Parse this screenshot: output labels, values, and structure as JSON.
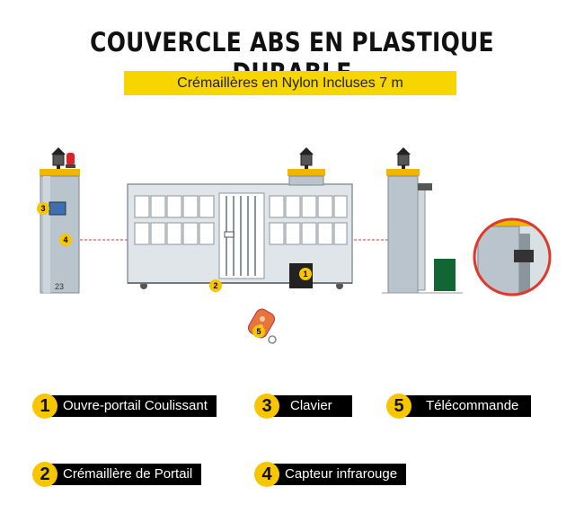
{
  "title": "COUVERCLE ABS EN PLASTIQUE DURABLE",
  "subtitle": "Crémaillères en Nylon Incluses 7 m",
  "diagram": {
    "pillar_number": "23",
    "markers": [
      "1",
      "2",
      "3",
      "4",
      "5"
    ]
  },
  "legend": [
    {
      "number": "1",
      "label": "Ouvre-portail Coulissant"
    },
    {
      "number": "2",
      "label": "Crémaillère de Portail"
    },
    {
      "number": "3",
      "label": "Clavier"
    },
    {
      "number": "4",
      "label": "Capteur infrarouge"
    },
    {
      "number": "5",
      "label": "Télécommande"
    }
  ],
  "colors": {
    "accent": "#f7d500",
    "label_bg": "#000000",
    "infrared": "#e0392b"
  }
}
